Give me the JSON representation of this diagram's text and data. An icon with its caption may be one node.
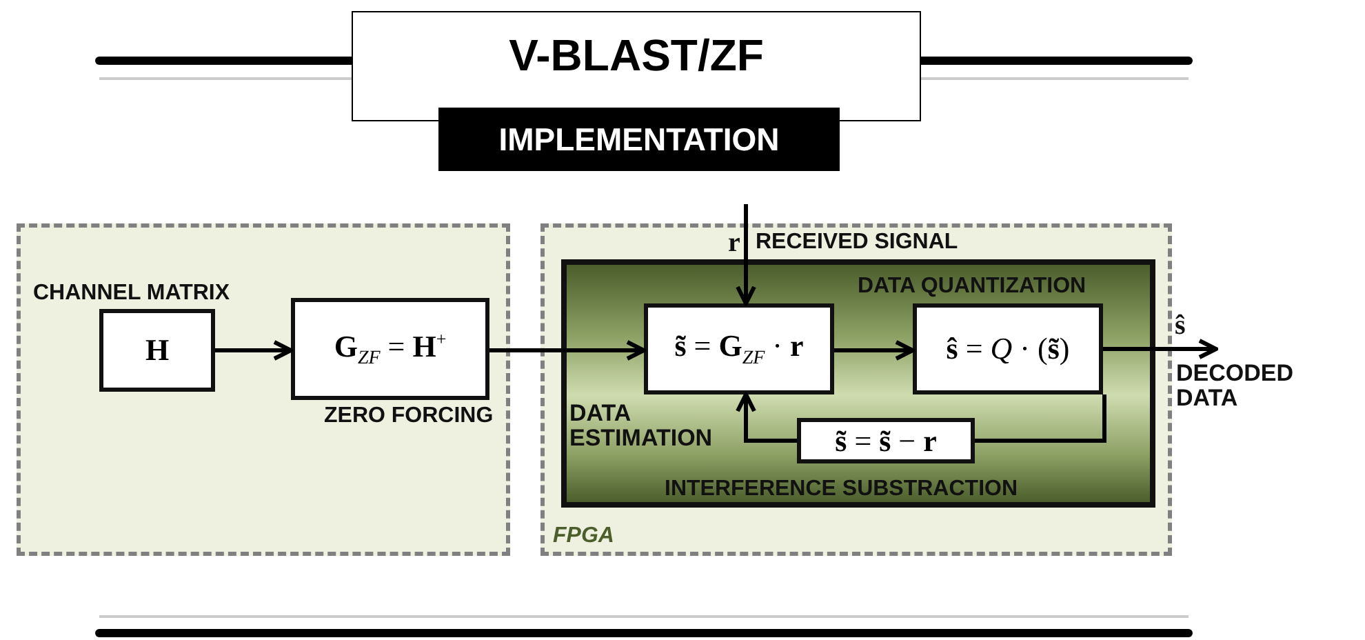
{
  "diagram": {
    "title": "V-BLAST/ZF",
    "nodes": [
      {
        "text": [],
        "shape": "box"
      },
      {
        "text": [
          "H"
        ],
        "in": 0,
        "beside": [
          "CHANNEL MATRIX"
        ]
      },
      {
        "text": [
          "**G**$_{ZF}$ = **H**$^{+}$"
        ],
        "in": 0,
        "beside": [
          "ZERO FORCING"
        ]
      },
      {
        "text": [
          "FPGA"
        ]
      },
      {
        "text": [],
        "shape": "box",
        "in": 3
      },
      {
        "text": [
          "**s̃** = **G**$_{ZF}$ · **r**"
        ],
        "in": 4,
        "beside": [
          "DATA ESTIMATION"
        ]
      },
      {
        "text": [
          "**ŝ** = *Q* · (**s̃**)"
        ],
        "in": 4,
        "beside": [
          "DATA QUANTIZATION"
        ]
      },
      {
        "text": [
          "**s̃** = **s̃** − **r**"
        ],
        "in": 4,
        "beside": [
          "INTERFERENCE SUBSTRACTION"
        ]
      },
      {
        "text": [
          "DECODED DATA"
        ]
      }
    ],
    "edges": [
      {
        "from": 1,
        "to": 2,
        "arrow": "to"
      },
      {
        "from": 2,
        "to": 5,
        "arrow": "to"
      },
      {
        "from": null,
        "to": 5,
        "arrow": "to",
        "label": "r"
      },
      {
        "from": 5,
        "to": 6,
        "arrow": "to"
      },
      {
        "from": 6,
        "to": 7,
        "arrow": "none"
      },
      {
        "from": 7,
        "to": 5,
        "arrow": "to"
      },
      {
        "from": 6,
        "to": 8,
        "arrow": "to",
        "label": "ŝ"
      }
    ],
    "labels": [
      "IMPLEMENTATION",
      "RECEIVED SIGNAL"
    ]
  }
}
